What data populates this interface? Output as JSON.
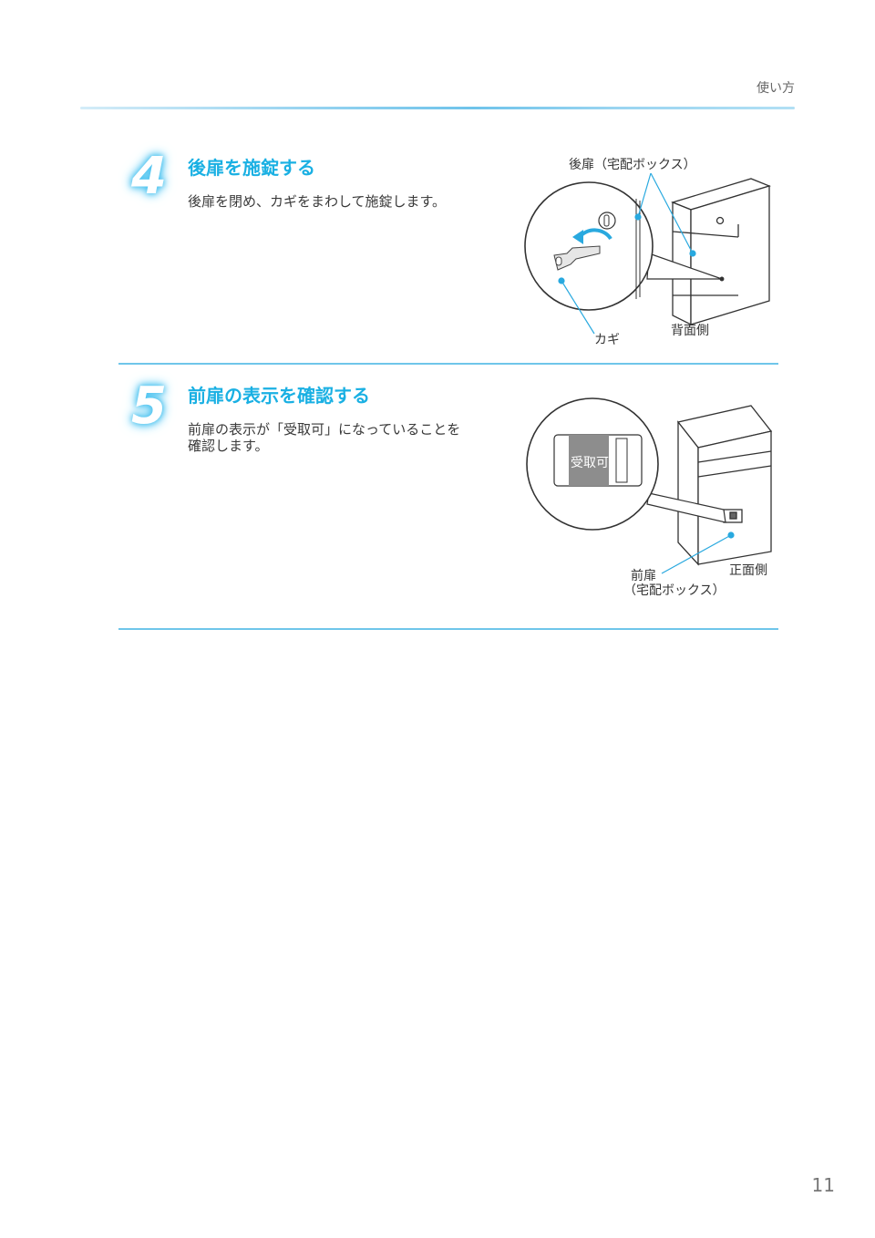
{
  "header": {
    "section_label": "使い方"
  },
  "steps": [
    {
      "number": "4",
      "title": "後扉を施錠する",
      "text": "後扉を閉め、カギをまわして施錠します。",
      "figure": {
        "labels": {
          "door": "後扉（宅配ボックス）",
          "key": "カギ",
          "side": "背面側"
        }
      }
    },
    {
      "number": "5",
      "title": "前扉の表示を確認する",
      "text_line1": "前扉の表示が「受取可」になっていることを",
      "text_line2": "確認します。",
      "figure": {
        "indicator_text": "受取可",
        "labels": {
          "door_line1": "前扉",
          "door_line2": "（宅配ボックス）",
          "side": "正面側"
        }
      }
    }
  ],
  "footer": {
    "page_number": "11"
  },
  "colors": {
    "accent": "#1ab0e3",
    "divider": "#6fc6ea"
  }
}
